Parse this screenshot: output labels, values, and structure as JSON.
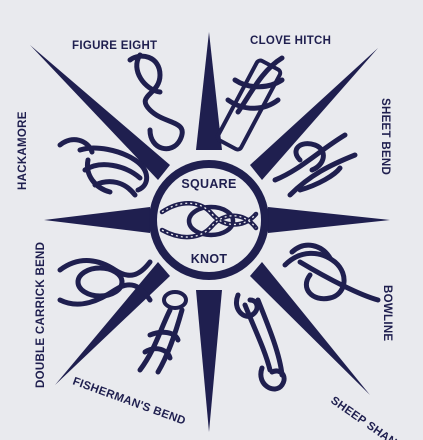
{
  "colors": {
    "ink": "#1f1f4f",
    "background": "#e9eaee"
  },
  "knots": {
    "figure_eight": "FIGURE EIGHT",
    "clove_hitch": "CLOVE HITCH",
    "sheet_bend": "SHEET BEND",
    "bowline": "BOWLINE",
    "sheep_shank": "SHEEP SHANK",
    "fishermans_bend": "FISHERMAN'S BEND",
    "double_carrick_bend": "DOUBLE CARRICK BEND",
    "hackamore": "HACKAMORE"
  },
  "center": {
    "line1": "SQUARE",
    "line2": "KNOT"
  }
}
